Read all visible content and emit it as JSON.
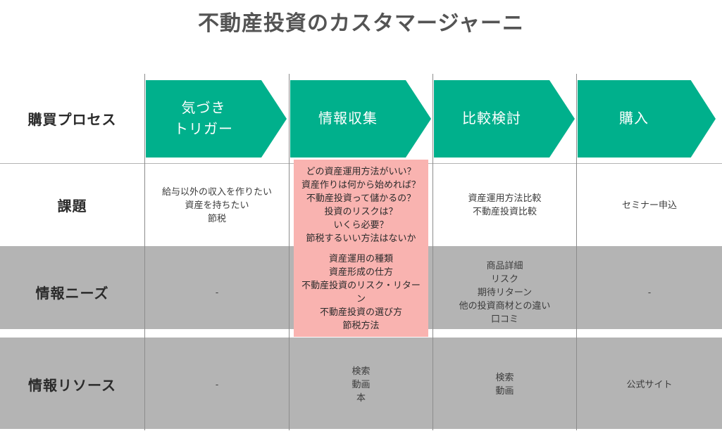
{
  "title": "不動産投資のカスタマージャーニ",
  "colors": {
    "arrow_green": "#00b08c",
    "highlight_pink": "#f9b3b0",
    "title_gray": "#545454",
    "grid_gray": "#8c8c8c"
  },
  "row_labels": [
    "購買プロセス",
    "課題",
    "情報ニーズ",
    "情報リソース"
  ],
  "stages": [
    "気づき\nトリガー",
    "情報収集",
    "比較検討",
    "購入"
  ],
  "rows": {
    "issues": {
      "label": "課題",
      "cells": [
        "給与以外の収入を作りたい\n資産を持ちたい\n節税",
        "どの資産運用方法がいい？\n資産作りは何から始めれば？\n不動産投資って儲かるの？\n投資のリスクは？\nいくら必要？\n節税するいい方法はないか",
        "資産運用方法比較\n不動産投資比較",
        "セミナー申込"
      ]
    },
    "info_needs": {
      "label": "情報ニーズ",
      "cells": [
        "-",
        "資産運用の種類\n資産形成の仕方\n不動産投資のリスク・リターン\n不動産投資の選び方\n節税方法",
        "商品詳細\nリスク\n期待リターン\n他の投資商材との違い\n口コミ",
        "-"
      ]
    },
    "info_resources": {
      "label": "情報リソース",
      "cells": [
        "-",
        "検索\n動画\n本",
        "検索\n動画",
        "公式サイト"
      ]
    }
  }
}
